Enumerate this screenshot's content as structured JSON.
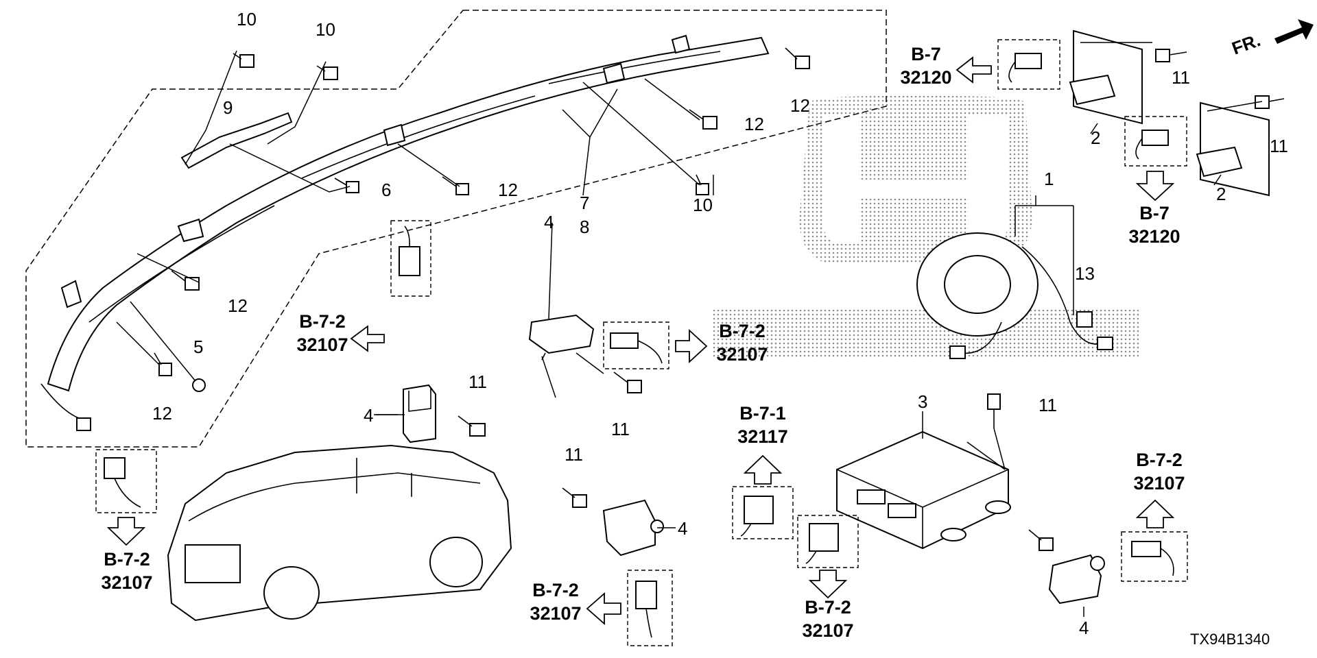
{
  "front_marker": "FR.",
  "diagram_code": "TX94B1340",
  "callouts": {
    "c1": "1",
    "c2a": "2",
    "c2b": "2",
    "c3": "3",
    "c4a": "4",
    "c4b": "4",
    "c4c": "4",
    "c4d": "4",
    "c5": "5",
    "c6": "6",
    "c7": "7",
    "c8": "8",
    "c9": "9",
    "c10a": "10",
    "c10b": "10",
    "c10c": "10",
    "c11a": "11",
    "c11b": "11",
    "c11c": "11",
    "c11d": "11",
    "c11e": "11",
    "c11f": "11",
    "c12a": "12",
    "c12b": "12",
    "c12c": "12",
    "c12d": "12",
    "c12e": "12",
    "c13": "13"
  },
  "references": [
    {
      "section": "B-7",
      "code": "32120"
    },
    {
      "section": "B-7",
      "code": "32120"
    },
    {
      "section": "B-7-2",
      "code": "32107"
    },
    {
      "section": "B-7-2",
      "code": "32107"
    },
    {
      "section": "B-7-1",
      "code": "32117"
    },
    {
      "section": "B-7-2",
      "code": "32107"
    },
    {
      "section": "B-7-2",
      "code": "32107"
    },
    {
      "section": "B-7-2",
      "code": "32107"
    },
    {
      "section": "B-7-2",
      "code": "32107"
    }
  ]
}
